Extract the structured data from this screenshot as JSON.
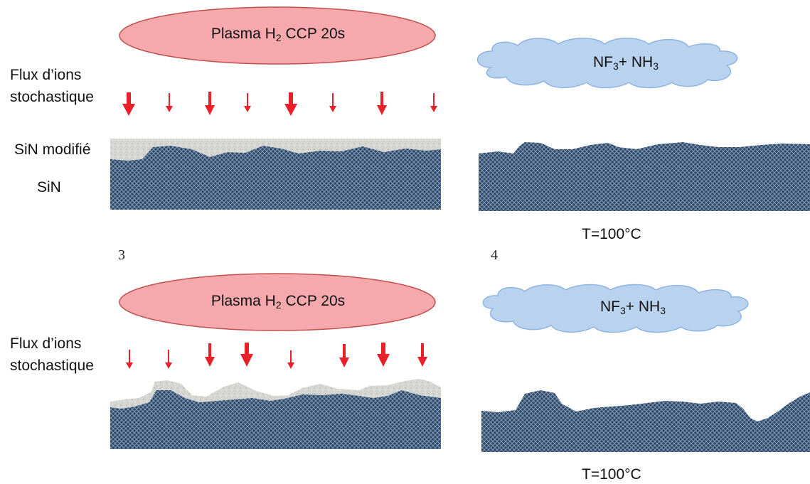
{
  "panels": {
    "p1": {
      "plasma": {
        "prefix": "Plasma H",
        "sub": "2",
        "suffix": " CCP 20s"
      },
      "flux": {
        "line1": "Flux d’ions",
        "line2": "stochastique"
      },
      "layer_modified": "SiN modifié",
      "layer_base": "SiN"
    },
    "p2": {
      "gas": {
        "a": "NF",
        "a_sub": "3",
        "b": "+ NH",
        "b_sub": "3"
      },
      "temperature": "T=100°C"
    },
    "p3": {
      "number": "3",
      "plasma": {
        "prefix": "Plasma H",
        "sub": "2",
        "suffix": " CCP 20s"
      },
      "flux": {
        "line1": "Flux d’ions",
        "line2": "stochastique"
      }
    },
    "p4": {
      "number": "4",
      "gas": {
        "a": "NF",
        "a_sub": "3",
        "b": "+ NH",
        "b_sub": "3"
      },
      "temperature": "T=100°C"
    }
  },
  "colors": {
    "plasma_fill": "#f6a9ad",
    "plasma_stroke": "#c0504d",
    "cloud_fill": "#b9d3ee",
    "cloud_stroke": "#8eb4e3",
    "arrow": "#e8202a",
    "sin": "#2e4b6e",
    "modified_layer": "#d4d4d2"
  }
}
